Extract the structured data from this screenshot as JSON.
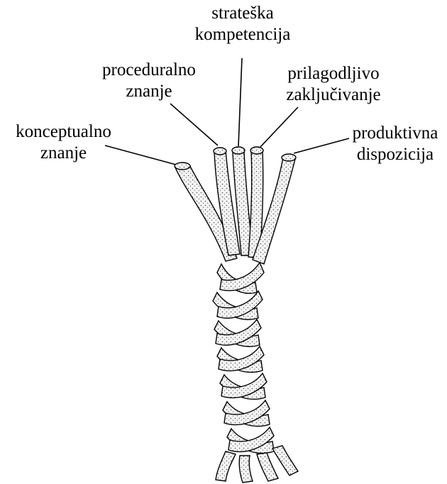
{
  "diagram": {
    "strands": [
      {
        "id": "strateska",
        "lines": [
          "strateška",
          "kompetencija"
        ]
      },
      {
        "id": "proceduralno",
        "lines": [
          "proceduralno",
          "znanje"
        ]
      },
      {
        "id": "prilagodljivo",
        "lines": [
          "prilagodljivo",
          "zaključivanje"
        ]
      },
      {
        "id": "konceptualno",
        "lines": [
          "konceptualno",
          "znanje"
        ]
      },
      {
        "id": "produktivna",
        "lines": [
          "produktivna",
          "dispozicija"
        ]
      }
    ],
    "colors": {
      "ink": "#000000",
      "rope_fill": "#f2f2f2",
      "rope_dots": "#555555"
    }
  }
}
